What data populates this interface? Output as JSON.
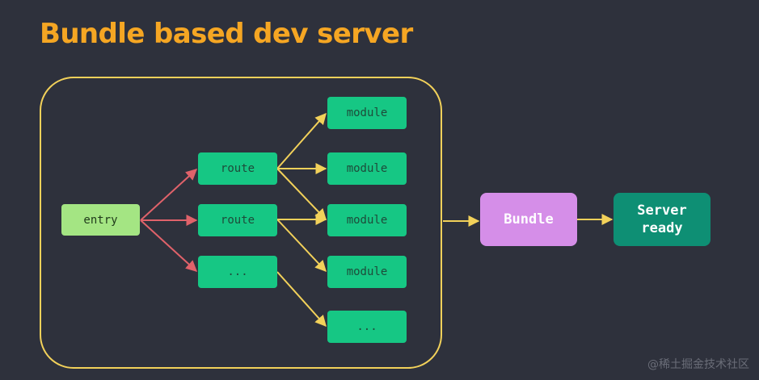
{
  "title": "Bundle based dev server",
  "nodes": {
    "entry": "entry",
    "route_1": "route",
    "route_2": "route",
    "route_3": "...",
    "module_1": "module",
    "module_2": "module",
    "module_3": "module",
    "module_4": "module",
    "module_5": "...",
    "bundle": "Bundle",
    "server": "Server\nready"
  },
  "colors": {
    "background": "#2e313c",
    "title": "#f5a623",
    "container_border": "#f2d15a",
    "entry": "#a4e583",
    "route_module": "#16c784",
    "bundle": "#d58ee8",
    "server": "#0e8f74",
    "arrow_red": "#e0626a",
    "arrow_yellow": "#f2d15a"
  },
  "watermark": "@稀土掘金技术社区"
}
